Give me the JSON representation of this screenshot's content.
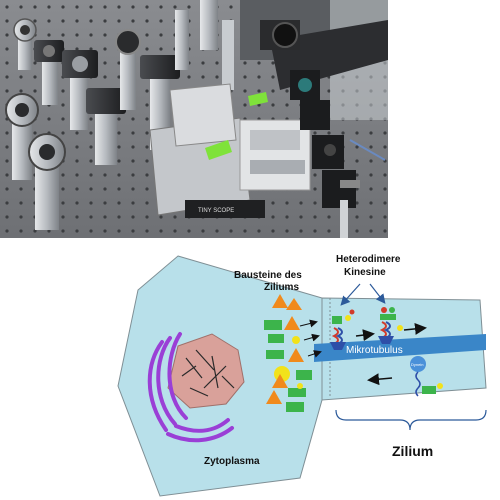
{
  "photo": {
    "plate_label": "TINY SCOPE"
  },
  "diagram": {
    "labels": {
      "cilium_parts": [
        "Bausteine des",
        "Ziliums"
      ],
      "heterodimer": [
        "Heterodimere",
        "Kinesine"
      ],
      "microtubule": "Mikrotubulus",
      "dynein": "Dynein",
      "cytoplasm": "Zytoplasma",
      "cilium": "Zilium"
    },
    "colors": {
      "cell": "#b8e0ea",
      "nucleus": "#d9a19a",
      "golgi": "#9a3fd6",
      "microtubule": "#3a86c8",
      "triangle": "#f08a1c",
      "rectangle": "#3cb44b",
      "circle": "#f2e21a",
      "kinesin_blue": "#2e4fa8",
      "kinesin_red": "#d23a2a"
    }
  }
}
